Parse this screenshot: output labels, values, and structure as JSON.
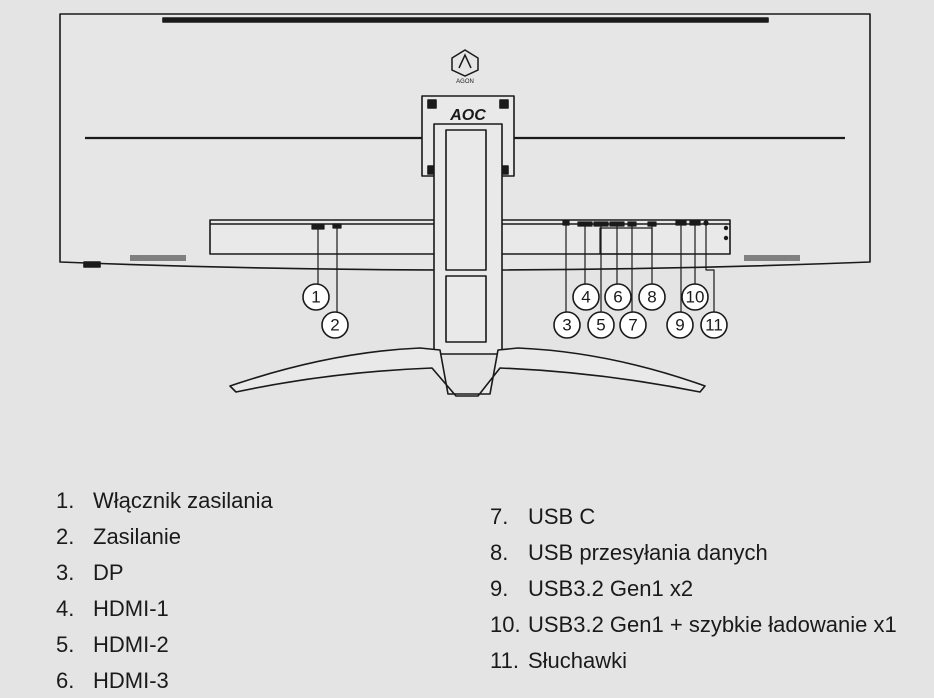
{
  "diagram": {
    "brand_logo": "AOC",
    "sub_logo": "AGON"
  },
  "callouts": [
    "1",
    "2",
    "3",
    "4",
    "5",
    "6",
    "7",
    "8",
    "9",
    "10",
    "11"
  ],
  "legend": {
    "left": [
      {
        "num": "1.",
        "label": "Włącznik zasilania"
      },
      {
        "num": "2.",
        "label": "Zasilanie"
      },
      {
        "num": "3.",
        "label": "DP"
      },
      {
        "num": "4.",
        "label": "HDMI-1"
      },
      {
        "num": "5.",
        "label": "HDMI-2"
      },
      {
        "num": "6.",
        "label": "HDMI-3"
      }
    ],
    "right": [
      {
        "num": "7.",
        "label": "USB C"
      },
      {
        "num": "8.",
        "label": "USB przesyłania danych"
      },
      {
        "num": "9.",
        "label": "USB3.2 Gen1 x2"
      },
      {
        "num": "10.",
        "label": "USB3.2 Gen1 + szybkie ładowanie x1"
      },
      {
        "num": "11.",
        "label": "Słuchawki"
      }
    ]
  }
}
